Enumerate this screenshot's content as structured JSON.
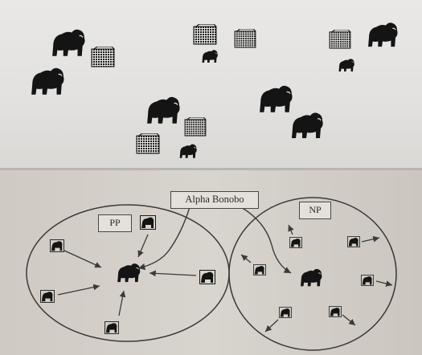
{
  "diagram": {
    "alpha_label": "Alpha Bonobo",
    "pp_label": "PP",
    "np_label": "NP"
  },
  "colors": {
    "ink": "#141414",
    "line": "#3c3a37",
    "paper_top": "#e6e5e3",
    "paper_bottom": "#d4d0ca"
  }
}
